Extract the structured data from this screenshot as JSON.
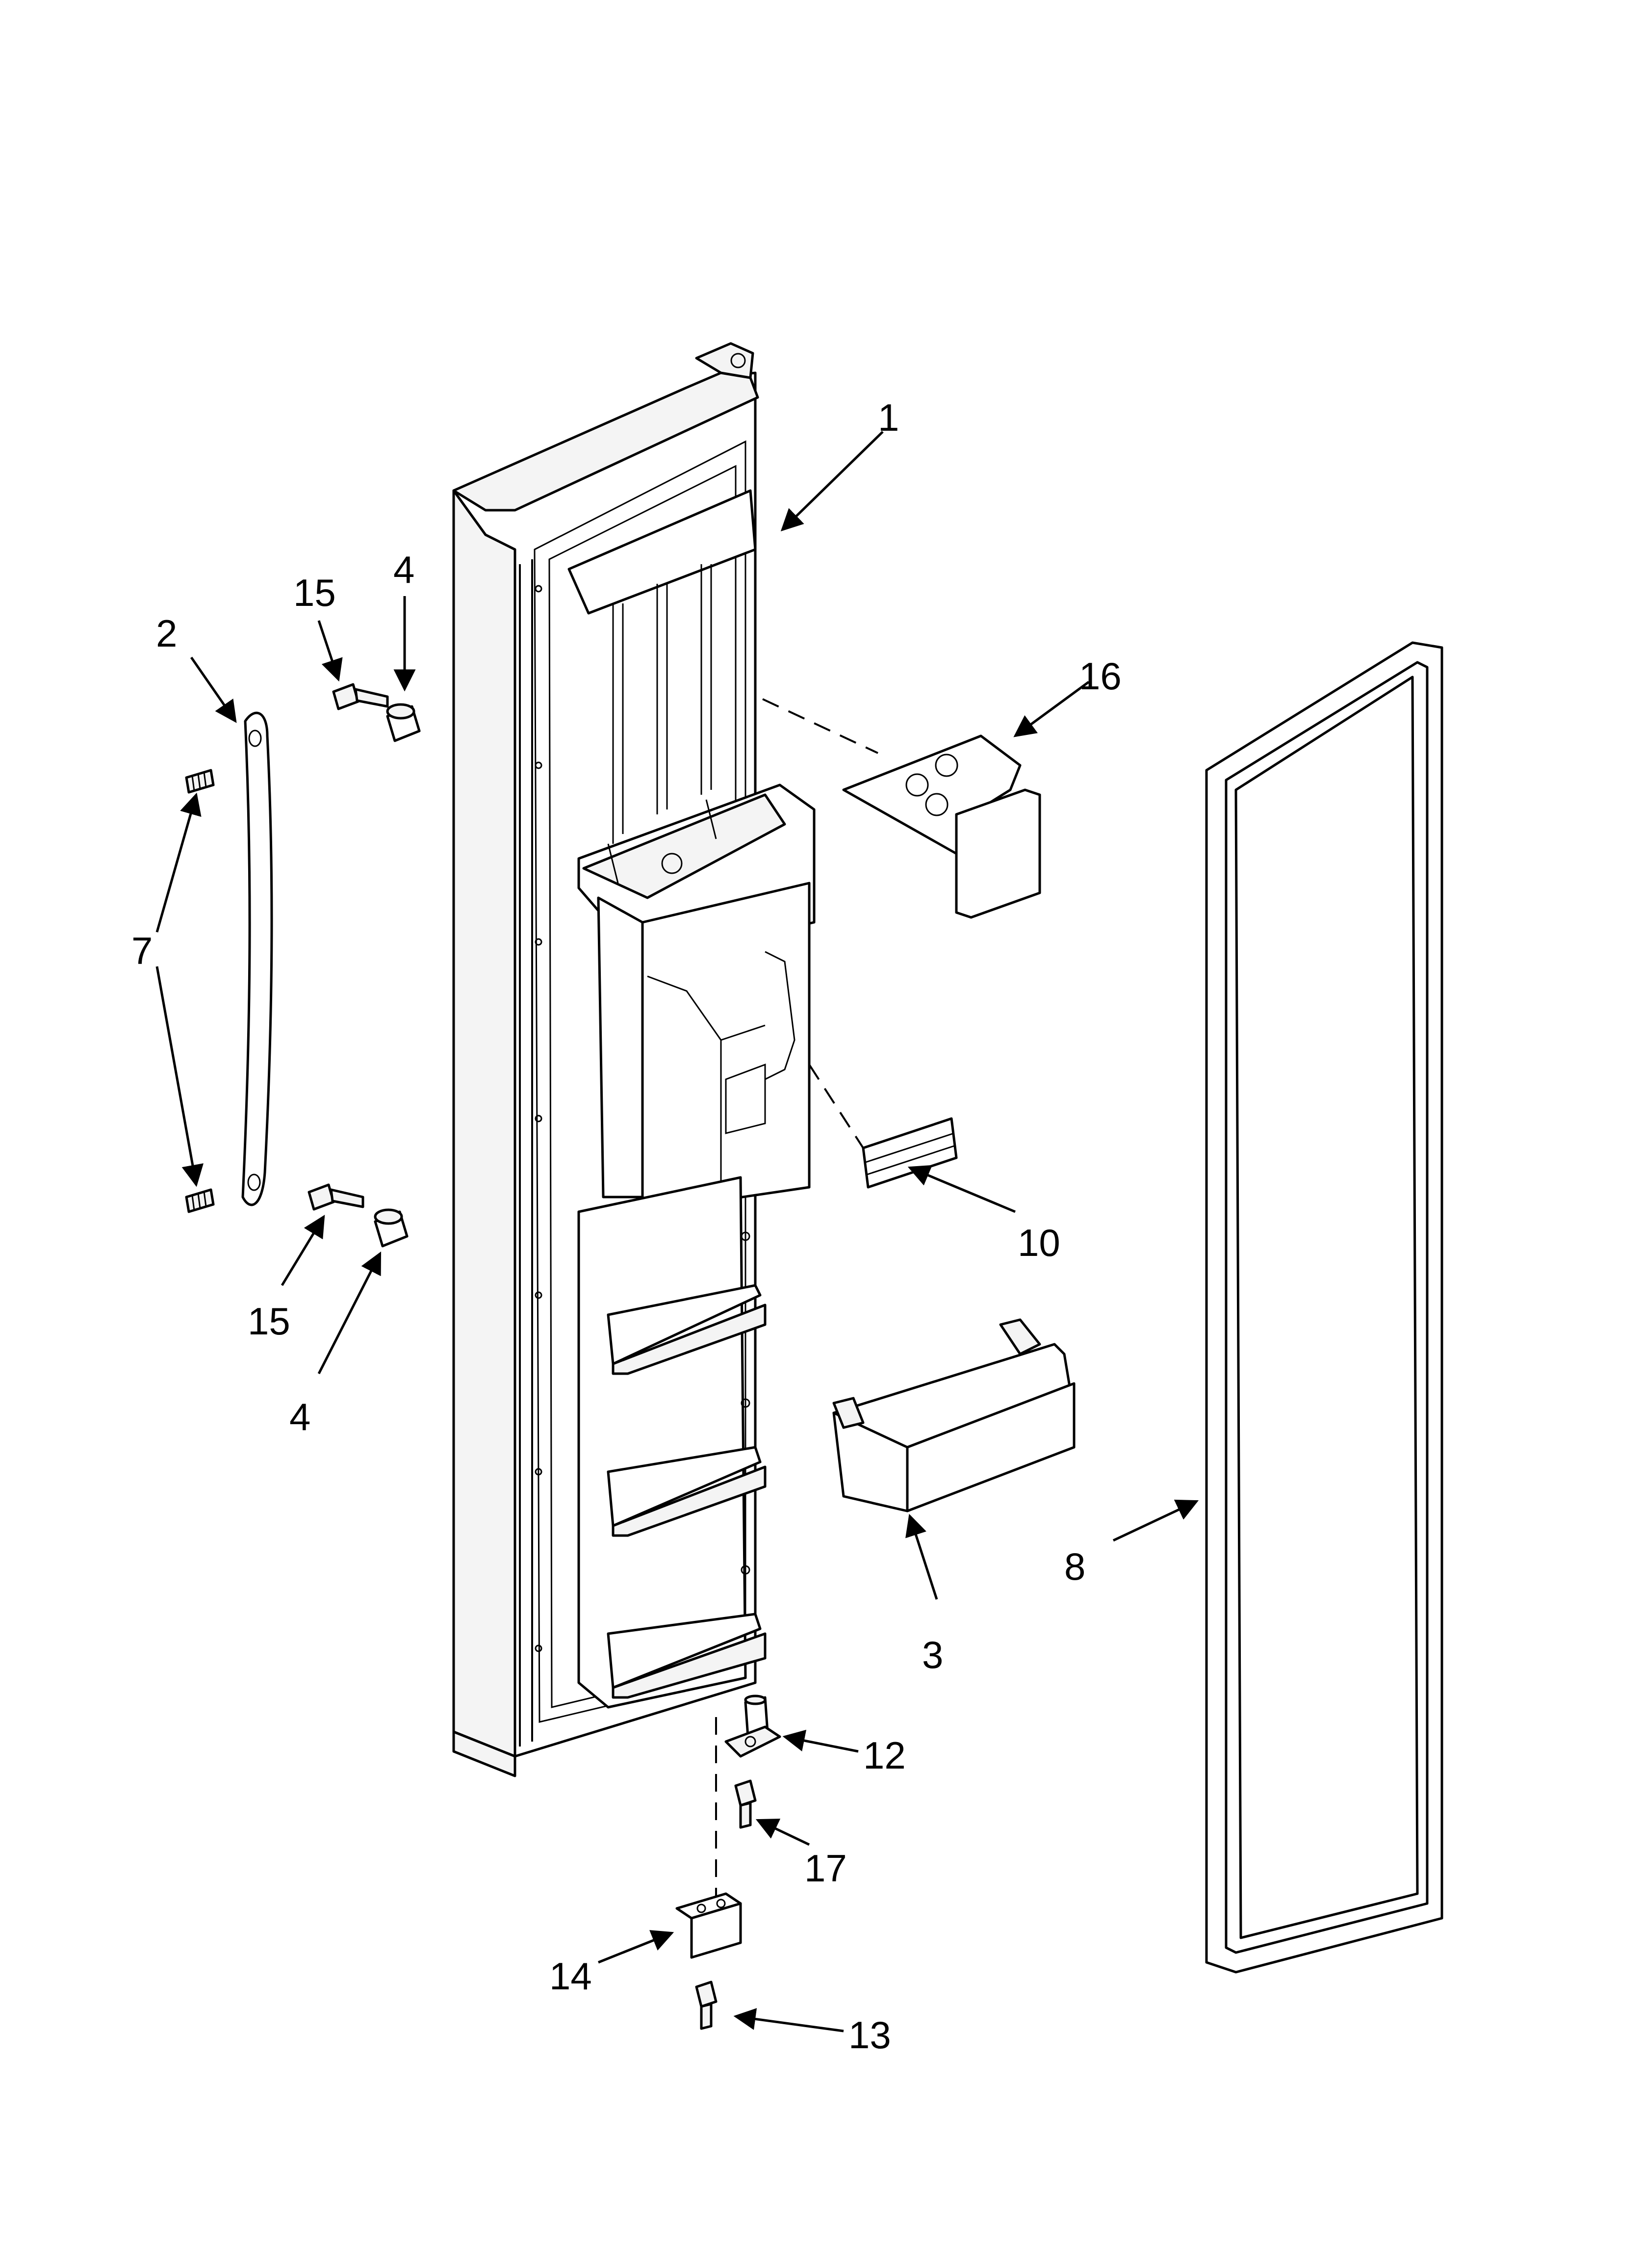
{
  "diagram": {
    "callouts": [
      {
        "id": "1",
        "label": "1"
      },
      {
        "id": "2",
        "label": "2"
      },
      {
        "id": "3",
        "label": "3"
      },
      {
        "id": "4a",
        "label": "4"
      },
      {
        "id": "4b",
        "label": "4"
      },
      {
        "id": "7",
        "label": "7"
      },
      {
        "id": "8",
        "label": "8"
      },
      {
        "id": "10",
        "label": "10"
      },
      {
        "id": "12",
        "label": "12"
      },
      {
        "id": "13",
        "label": "13"
      },
      {
        "id": "14",
        "label": "14"
      },
      {
        "id": "15a",
        "label": "15"
      },
      {
        "id": "15b",
        "label": "15"
      },
      {
        "id": "16",
        "label": "16"
      },
      {
        "id": "17",
        "label": "17"
      }
    ]
  }
}
